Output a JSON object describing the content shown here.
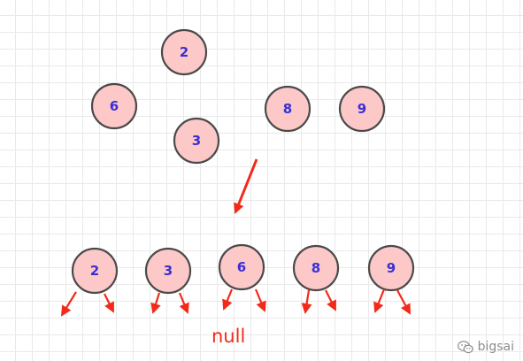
{
  "diagram": {
    "scattered_nodes": [
      {
        "label": "2"
      },
      {
        "label": "6"
      },
      {
        "label": "3"
      },
      {
        "label": "8"
      },
      {
        "label": "9"
      }
    ],
    "row_nodes": [
      {
        "label": "2"
      },
      {
        "label": "3"
      },
      {
        "label": "6"
      },
      {
        "label": "8"
      },
      {
        "label": "9"
      }
    ],
    "null_text": "null",
    "node_fill": "#fcc8c8",
    "node_stroke": "#4a4a4a",
    "label_color": "#3a2fd6",
    "arrow_color": "#f22a1a"
  },
  "watermark": {
    "text": "bigsai",
    "icon": "wechat-icon"
  }
}
